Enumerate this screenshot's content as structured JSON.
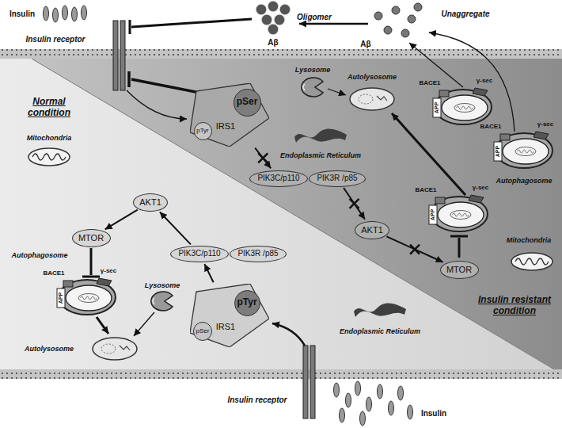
{
  "diagram": {
    "nodes": [
      {
        "text": [
          "IRS1"
        ]
      },
      {
        "text": [
          "pSer"
        ],
        "in": 0
      },
      {
        "text": [
          "pTyr"
        ],
        "in": 0
      },
      {
        "text": [
          "PIK3C/p110"
        ]
      },
      {
        "text": [
          "PIK3R /p85"
        ]
      },
      {
        "text": [
          "AKT1"
        ]
      },
      {
        "text": [
          "MTOR"
        ]
      },
      {
        "text": [
          "AKT1"
        ]
      },
      {
        "text": [
          "MTOR"
        ]
      },
      {
        "text": [
          "PIK3C/p110"
        ]
      },
      {
        "text": [
          "PIK3R /p85"
        ]
      },
      {
        "text": [
          "IRS1"
        ]
      },
      {
        "text": [
          "pTyr"
        ],
        "in": 11
      },
      {
        "text": [
          "pSer"
        ],
        "in": 11
      }
    ],
    "edges": [
      {
        "from": 0,
        "to": 3,
        "arrow": "to"
      },
      {
        "from": 4,
        "to": 5,
        "arrow": "to"
      },
      {
        "from": 5,
        "to": 6,
        "arrow": "to"
      },
      {
        "from": 11,
        "to": 9,
        "arrow": "to"
      },
      {
        "from": 9,
        "to": 7,
        "arrow": "to"
      },
      {
        "from": 7,
        "to": 8,
        "arrow": "to"
      }
    ],
    "labels": [
      "Insulin",
      "Insulin receptor",
      "Oligomer",
      "Aβ",
      "Unaggregate",
      "Aβ",
      "Normal condition",
      "Autolysosome",
      "Lysosome",
      "BACE1",
      "γ-sec",
      "APP",
      "BACE1",
      "γ-sec",
      "APP",
      "Autophagosome",
      "BACE1",
      "γ-sec",
      "APP",
      "Mitochondria",
      "Mitochondria",
      "Endoplasmic Reticulum",
      "Insulin resistant condition",
      "Autophagosome",
      "BACE1",
      "γ-sec",
      "APP",
      "Lysosome",
      "Autolysosome",
      "Endoplasmic Reticulum",
      "Insulin receptor",
      "Insulin"
    ]
  }
}
